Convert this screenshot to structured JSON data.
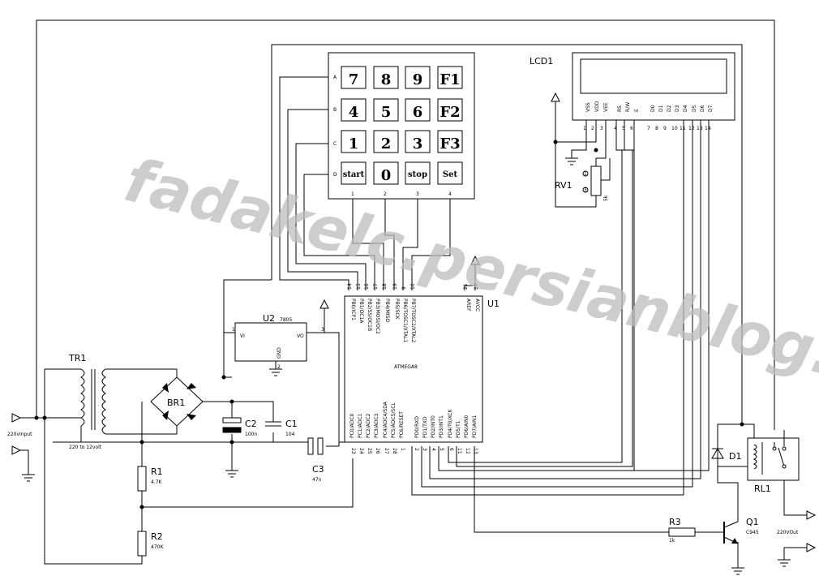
{
  "watermark": "fadakelc.persianblog.com",
  "keypad": {
    "rows": [
      "A",
      "B",
      "C",
      "D"
    ],
    "cols": [
      "1",
      "2",
      "3",
      "4"
    ],
    "keys": [
      [
        "7",
        "8",
        "9",
        "F1"
      ],
      [
        "4",
        "5",
        "6",
        "F2"
      ],
      [
        "1",
        "2",
        "3",
        "F3"
      ],
      [
        "start",
        "0",
        "stop",
        "Set"
      ]
    ]
  },
  "lcd": {
    "ref": "LCD1",
    "pins": [
      "VSS",
      "VDD",
      "VEE",
      "RS",
      "R/W",
      "E",
      "D0",
      "D1",
      "D2",
      "D3",
      "D4",
      "D5",
      "D6",
      "D7"
    ],
    "pin_numbers": [
      "1",
      "2",
      "3",
      "4",
      "5",
      "6",
      "7",
      "8",
      "9",
      "10",
      "11",
      "12",
      "13",
      "14"
    ]
  },
  "rv1": {
    "ref": "RV1",
    "value": "5k",
    "terminals": [
      "1",
      "3"
    ]
  },
  "u1": {
    "ref": "U1",
    "part": "ATMEGA8",
    "top_pins": [
      "PB0/ICP1",
      "PB1/OC1A",
      "PB2/SS/OC1B",
      "PB3/MOSI/OC2",
      "PB4/MISO",
      "PB5/SCK",
      "PB6/TOSC1/XTAL1",
      "PB7/TOSC2/XTAL2"
    ],
    "top_pin_numbers": [
      "14",
      "15",
      "16",
      "17",
      "18",
      "19",
      "9",
      "10"
    ],
    "ref_pins": [
      "AREF",
      "AVCC"
    ],
    "ref_pin_numbers": [
      "21",
      "20"
    ],
    "bottom_left_pins": [
      "PC0/ADC0",
      "PC1/ADC1",
      "PC2/ADC2",
      "PC3/ADC3",
      "PC4/ADC4/SDA",
      "PC5/ADC5/SCL",
      "PC6/RESET"
    ],
    "bottom_left_numbers": [
      "23",
      "24",
      "25",
      "26",
      "27",
      "28",
      "1"
    ],
    "bottom_right_pins": [
      "PD0/RXD",
      "PD1/TXD",
      "PD2/INT0",
      "PD3/INT1",
      "PD4/T0/XCK",
      "PD5/T1",
      "PD6/AIN0",
      "PD7/AIN1"
    ],
    "bottom_right_numbers": [
      "2",
      "3",
      "4",
      "5",
      "6",
      "11",
      "12",
      "13"
    ]
  },
  "u2": {
    "ref": "U2",
    "part": "7805",
    "vi": "VI",
    "vo": "VO",
    "gnd": "GND",
    "pin_vi": "1",
    "pin_vo": "3",
    "pin_gnd": "2"
  },
  "tr1": {
    "ref": "TR1",
    "note": "220 to 12volt"
  },
  "br1": {
    "ref": "BR1"
  },
  "c2": {
    "ref": "C2",
    "value": "100n"
  },
  "c1": {
    "ref": "C1",
    "value": "104"
  },
  "c3": {
    "ref": "C3",
    "value": "47n"
  },
  "r1": {
    "ref": "R1",
    "value": "4.7K"
  },
  "r2": {
    "ref": "R2",
    "value": "470K"
  },
  "r3": {
    "ref": "R3",
    "value": "1k"
  },
  "q1": {
    "ref": "Q1",
    "value": "C945"
  },
  "d1": {
    "ref": "D1"
  },
  "rl1": {
    "ref": "RL1"
  },
  "io": {
    "input": "220vInput",
    "output": "220VOut"
  }
}
